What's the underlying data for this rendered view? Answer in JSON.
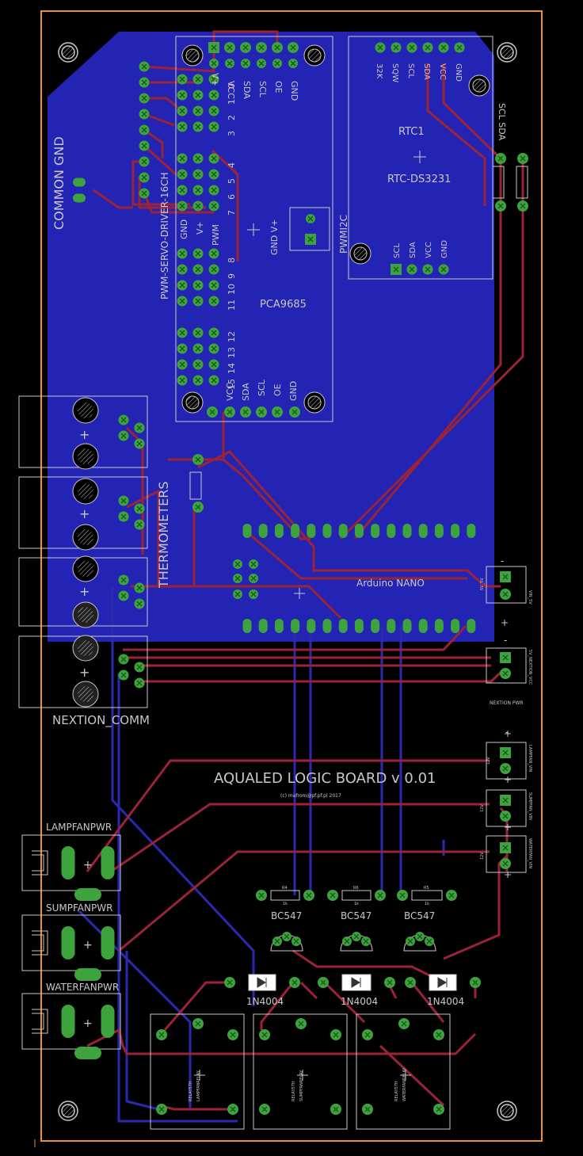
{
  "board": {
    "title": "AQUALED LOGIC BOARD v 0.01",
    "copyright": "(c) mafrom@pf.pf.pl 2017",
    "common_gnd": "COMMON GND",
    "thermometers": "THERMOMETERS",
    "nextion_comm": "NEXTION_COMM",
    "nextion_pwr": "NEXTION PWR"
  },
  "pca": {
    "name": "PCA9685",
    "sub": "PWM-SERVO-DRIVER-16CH",
    "pwm12c": "PWMI2C",
    "gnd_vplus": "GND V+",
    "top_labels": [
      "V+",
      "VCC",
      "SDA",
      "SCL",
      "OE",
      "GND"
    ],
    "bottom_labels": [
      "VCC",
      "SDA",
      "SCL",
      "OE",
      "GND"
    ],
    "left_labels": [
      "GND",
      "V+",
      "PWM"
    ],
    "channels_top": [
      "0",
      "1",
      "2",
      "3",
      "4",
      "5",
      "6",
      "7"
    ],
    "channels_bottom": [
      "8",
      "9",
      "10",
      "11",
      "12",
      "13",
      "14",
      "15"
    ]
  },
  "rtc": {
    "name": "RTC1",
    "model": "RTC-DS3231",
    "top_labels": [
      "32K",
      "SQW",
      "SCL",
      "SDA",
      "VCC",
      "GND"
    ],
    "bottom_labels": [
      "SCL",
      "SDA",
      "VCC",
      "GND"
    ],
    "side": "SCL SDA"
  },
  "arduino": {
    "name": "Arduino NANO"
  },
  "connectors": {
    "vin_5v": "5V_5V",
    "vin_5v_label": "VIN_5V",
    "nextion_vcc": "5V_NEXTION_VCC",
    "lampfan": "LAMPFAN_VIN",
    "sumpfan": "SUMPFAN_VIN",
    "waterfan": "WATERFAN_VIN",
    "v12": "12V",
    "plus": "+",
    "minus": "-"
  },
  "fans": [
    "LAMPFANPWR",
    "SUMPFANPWR",
    "WATERFANPWR"
  ],
  "transistors": [
    "BC547",
    "BC547",
    "BC547"
  ],
  "diodes": [
    "1N4004",
    "1N4004",
    "1N4004"
  ],
  "resistors": [
    "R4",
    "R6",
    "R5"
  ],
  "resistor_value": "1k",
  "relays": [
    {
      "type": "RELAY5TH",
      "name": "LAMPFANRELAY"
    },
    {
      "type": "RELAY5TH",
      "name": "SUMPFANRELAY"
    },
    {
      "type": "RELAY5TH",
      "name": "WATERFANRELAY"
    }
  ],
  "colors": {
    "background": "#000000",
    "outline": "#e8941e",
    "copper_top": "#9b2337",
    "copper_bottom": "#2a2ab0",
    "pour": "#2424b4",
    "pad": "#3da33d",
    "silk": "#c8c8c8"
  }
}
